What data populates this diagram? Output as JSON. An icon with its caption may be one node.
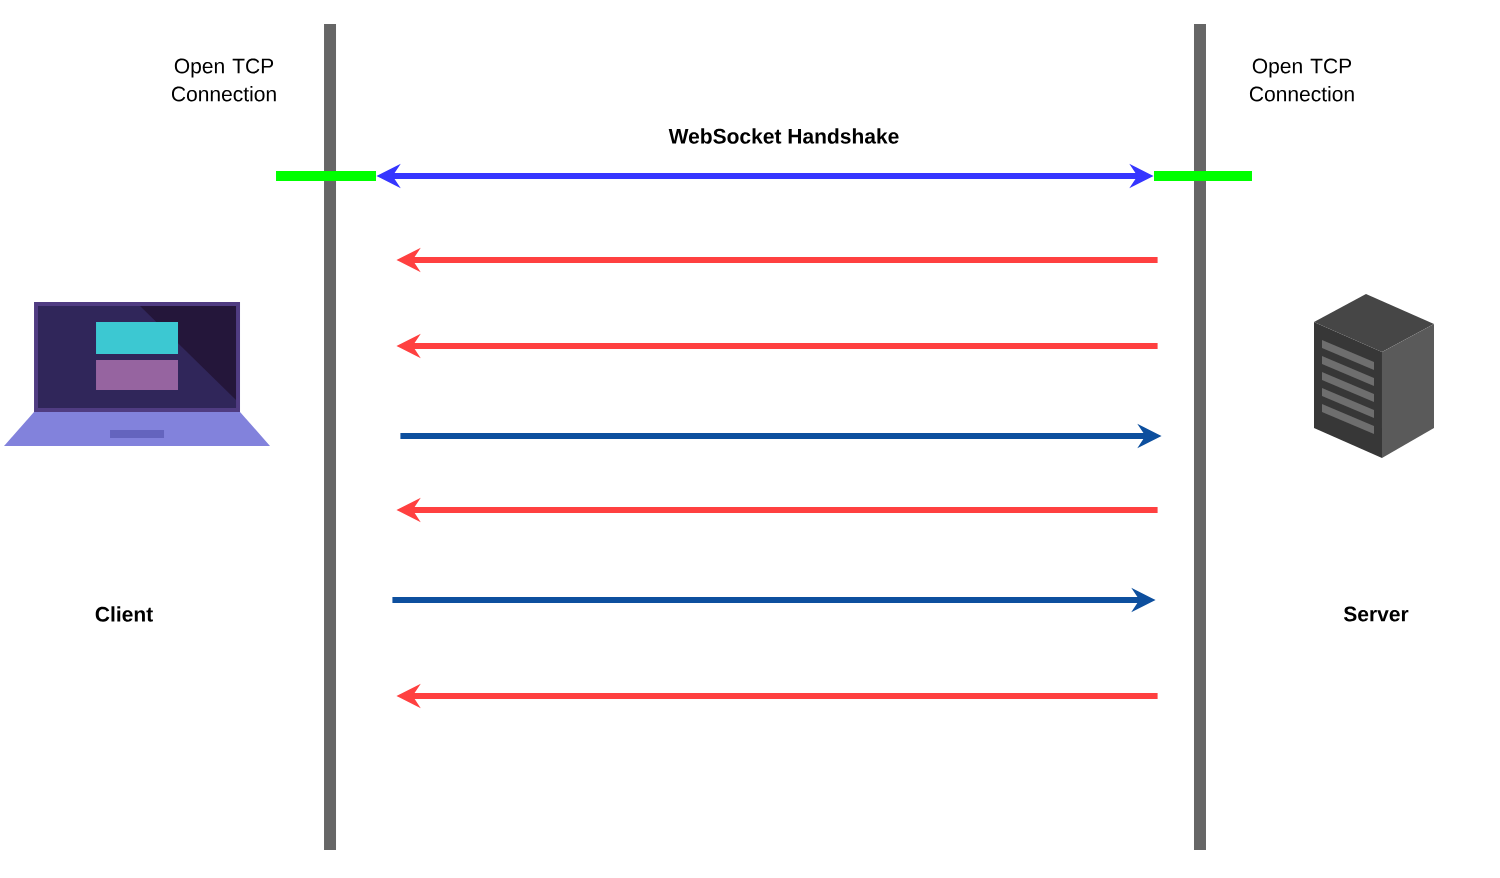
{
  "diagram": {
    "nodes": [
      {
        "text": [],
        "shape": "bar"
      },
      {
        "text": [],
        "shape": "bar"
      }
    ],
    "edges": [
      {
        "from": 0,
        "to": 1,
        "arrow": "both",
        "label": "WebSocket Handshake",
        "color": "#3535ff"
      },
      {
        "from": 1,
        "to": 0,
        "arrow": "to"
      },
      {
        "from": 1,
        "to": 0,
        "arrow": "to"
      },
      {
        "from": 0,
        "to": 1,
        "arrow": "to",
        "color": "#0d4f9e"
      },
      {
        "from": 1,
        "to": 0,
        "arrow": "to"
      },
      {
        "from": 0,
        "to": 1,
        "arrow": "to",
        "color": "#0d4f9e"
      },
      {
        "from": 1,
        "to": 0,
        "arrow": "to"
      }
    ],
    "labels": [
      "Open TCP Connection",
      "Open TCP Connection",
      "Client",
      "Server"
    ]
  }
}
